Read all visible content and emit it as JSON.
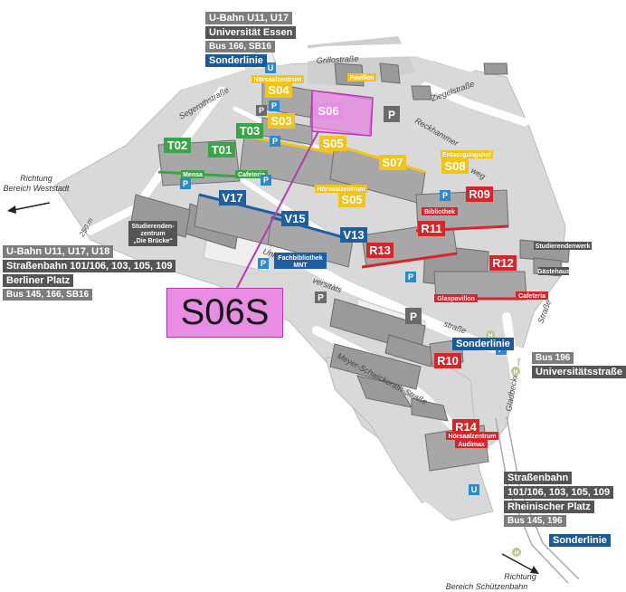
{
  "colors": {
    "green": "#3aa548",
    "yellow": "#f2c318",
    "red": "#d7252b",
    "blue": "#1d5fa2",
    "highlight": "#e98de4",
    "road": "#ffffff",
    "ground": "#d9d9d9"
  },
  "transit_boxes": {
    "top": [
      "U-Bahn U11, U17",
      "Universität Essen",
      "Bus 166, SB16",
      "Sonderlinie"
    ],
    "left": [
      "U-Bahn U11, U17, U18",
      "Straßenbahn 101/106, 103, 105, 109",
      "Berliner Platz",
      "Bus 145, 166, SB16"
    ],
    "mid_sonder": "Sonderlinie",
    "right": [
      "Bus 196",
      "Universitätsstraße"
    ],
    "bottom": [
      "Straßenbahn",
      "101/106, 103, 105, 109",
      "Rheinischer Platz",
      "Bus 145, 196"
    ],
    "bottom_sonder": "Sonderlinie"
  },
  "buildings": {
    "S06": "S06",
    "S04": "S04",
    "S03": "S03",
    "S05": "S05",
    "S05b": "S05",
    "S07": "S07",
    "S08": "S08",
    "T01": "T01",
    "T02": "T02",
    "T03": "T03",
    "V13": "V13",
    "V15": "V15",
    "V17": "V17",
    "R09": "R09",
    "R10": "R10",
    "R11": "R11",
    "R12": "R12",
    "R13": "R13",
    "R14": "R14"
  },
  "sublabels": {
    "hz_s04": "Hörsaalzentrum",
    "pavillon": "Pavillon",
    "hz_s05": "Hörsaalzentrum",
    "entsorgung": "Entsorgungshof",
    "mensa": "Mensa",
    "cafeteria_t": "Cafeteria",
    "bibliothek": "Bibliothek",
    "glaspavillon": "Glaspavillon",
    "cafeteria_r": "Cafeteria",
    "gaestehaus": "Gästehaus",
    "studierendenwerk": "Studierendenwerk",
    "hz_r14_1": "Hörsaalzentrum",
    "hz_r14_2": "Audimax",
    "fachbib_1": "Fachbibliothek",
    "fachbib_2": "MNT",
    "bruecke_1": "Studierenden-",
    "bruecke_2": "zentrum",
    "bruecke_3": "„Die Brücke“"
  },
  "streets": {
    "grillo": "Grillostraße",
    "segeroth": "Segerothstraße",
    "ziegel": "Ziegelstraße",
    "reckhammer": "Reckhammer",
    "weg": "weg",
    "uni": "Uni-",
    "versitaets": "versitäts",
    "strasse": "straße",
    "meyer": "Meyer-Schwickerath-Straße",
    "gladbecker": "Gladbecker",
    "strasse2": "Straße"
  },
  "directions": {
    "weststadt_1": "Richtung",
    "weststadt_2": "Bereich Weststadt",
    "schuetzen_1": "Richtung",
    "schuetzen_2": "Bereich Schützenbahn",
    "scale": "250 m"
  },
  "markers": {
    "parking": "P",
    "ubahn": "U",
    "bus": "H"
  },
  "callout_label": "S06S"
}
